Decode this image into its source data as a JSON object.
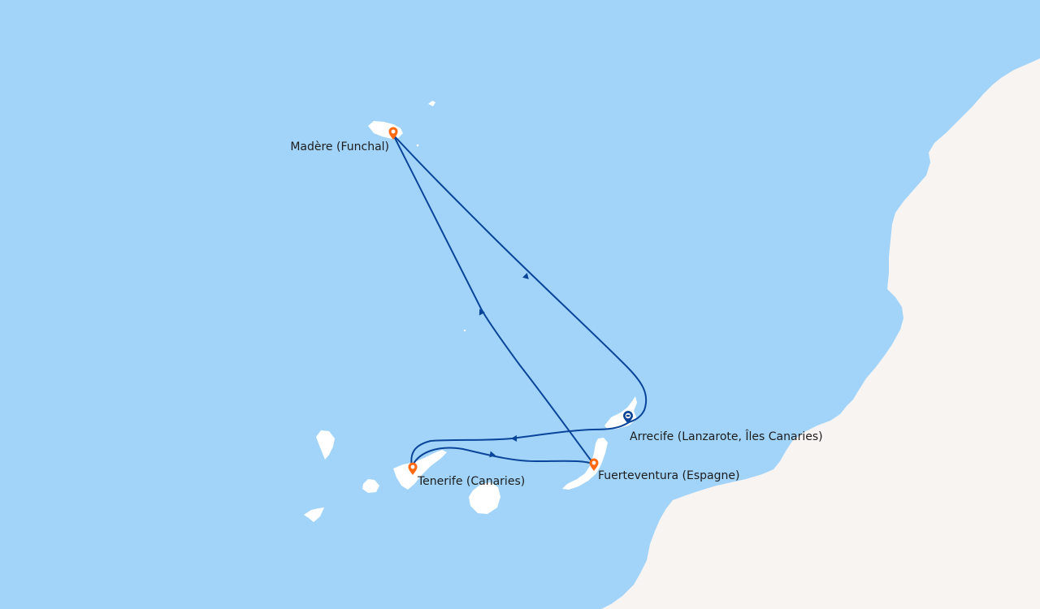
{
  "map": {
    "colors": {
      "sea": "#a2d4fa",
      "land": "#f7f4f1",
      "island": "#ffffff",
      "route": "#0a4599",
      "port_marker": "#ff6a13",
      "home_port_marker": "#0a4599"
    },
    "ports": {
      "madeira": {
        "label": "Madère (Funchal)",
        "icon": "orange-pin-icon"
      },
      "arrecife": {
        "label": "Arrecife (Lanzarote, Îles Canaries)",
        "icon": "ship-pin-icon"
      },
      "fuerteventura": {
        "label": "Fuerteventura (Espagne)",
        "icon": "orange-pin-icon"
      },
      "tenerife": {
        "label": "Tenerife (Canaries)",
        "icon": "orange-pin-icon"
      }
    }
  }
}
